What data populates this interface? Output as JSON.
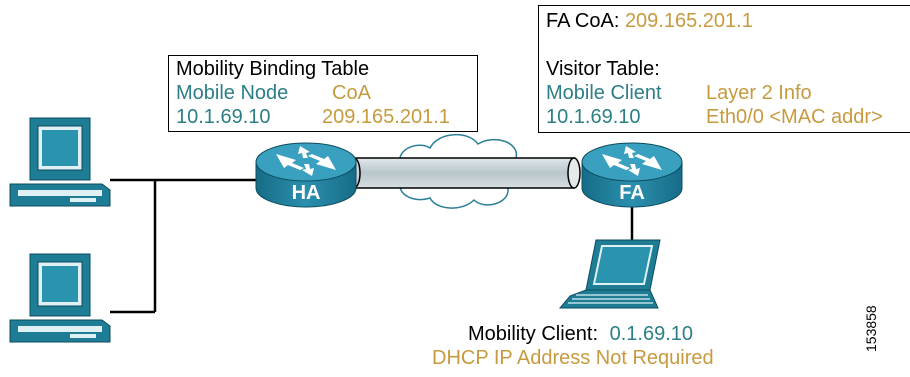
{
  "binding_table": {
    "title": "Mobility Binding Table",
    "col1_header": "Mobile Node",
    "col2_header": "CoA",
    "col1_value": "10.1.69.10",
    "col2_value": "209.165.201.1"
  },
  "fa_table": {
    "coa_label": "FA CoA:",
    "coa_value": "209.165.201.1",
    "visitor_title": "Visitor Table:",
    "col1_header": "Mobile Client",
    "col2_header": "Layer 2 Info",
    "col1_value": "10.1.69.10",
    "col2_value": "Eth0/0 <MAC addr>"
  },
  "routers": {
    "ha_label": "HA",
    "fa_label": "FA"
  },
  "client": {
    "label": "Mobility Client:",
    "ip": "0.1.69.10",
    "note": "DHCP IP Address Not Required"
  },
  "figure_id": "153858",
  "colors": {
    "teal": "#2c7f86",
    "gold": "#c79a3f",
    "router_teal": "#1f7e99",
    "device_teal": "#1e7d94"
  },
  "icons": [
    "desktop-computer-icon",
    "router-icon",
    "laptop-icon",
    "cloud-icon",
    "tunnel-icon"
  ]
}
